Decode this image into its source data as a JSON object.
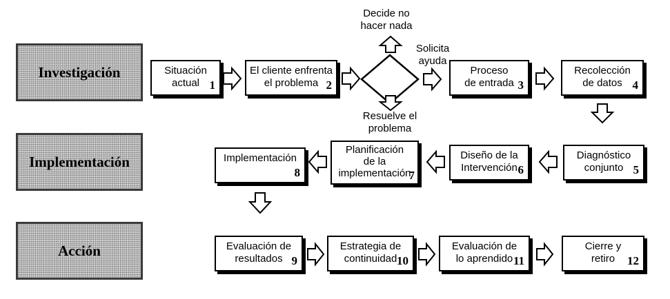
{
  "phases": {
    "investigacion": "Investigación",
    "implementacion": "Implementación",
    "accion": "Acción"
  },
  "steps": {
    "s1": {
      "label": "Situación\nactual",
      "num": "1"
    },
    "s2": {
      "label": "El cliente enfrenta\nel problema",
      "num": "2"
    },
    "s3": {
      "label": "Proceso\nde entrada",
      "num": "3"
    },
    "s4": {
      "label": "Recolección\nde datos",
      "num": "4"
    },
    "s5": {
      "label": "Diagnóstico\nconjunto",
      "num": "5"
    },
    "s6": {
      "label": "Diseño de la\nIntervención",
      "num": "6"
    },
    "s7": {
      "label": "Planificación\nde la\nimplementación",
      "num": "7"
    },
    "s8": {
      "label": "Implementación",
      "num": "8"
    },
    "s9": {
      "label": "Evaluación de\nresultados",
      "num": "9"
    },
    "s10": {
      "label": "Estrategia de\ncontinuidad",
      "num": "10"
    },
    "s11": {
      "label": "Evaluación de\nlo aprendido",
      "num": "11"
    },
    "s12": {
      "label": "Cierre y\nretiro",
      "num": "12"
    }
  },
  "decision": {
    "up": "Decide no\nhacer nada",
    "right": "Solicita\nayuda",
    "down": "Resuelve el\nproblema"
  }
}
